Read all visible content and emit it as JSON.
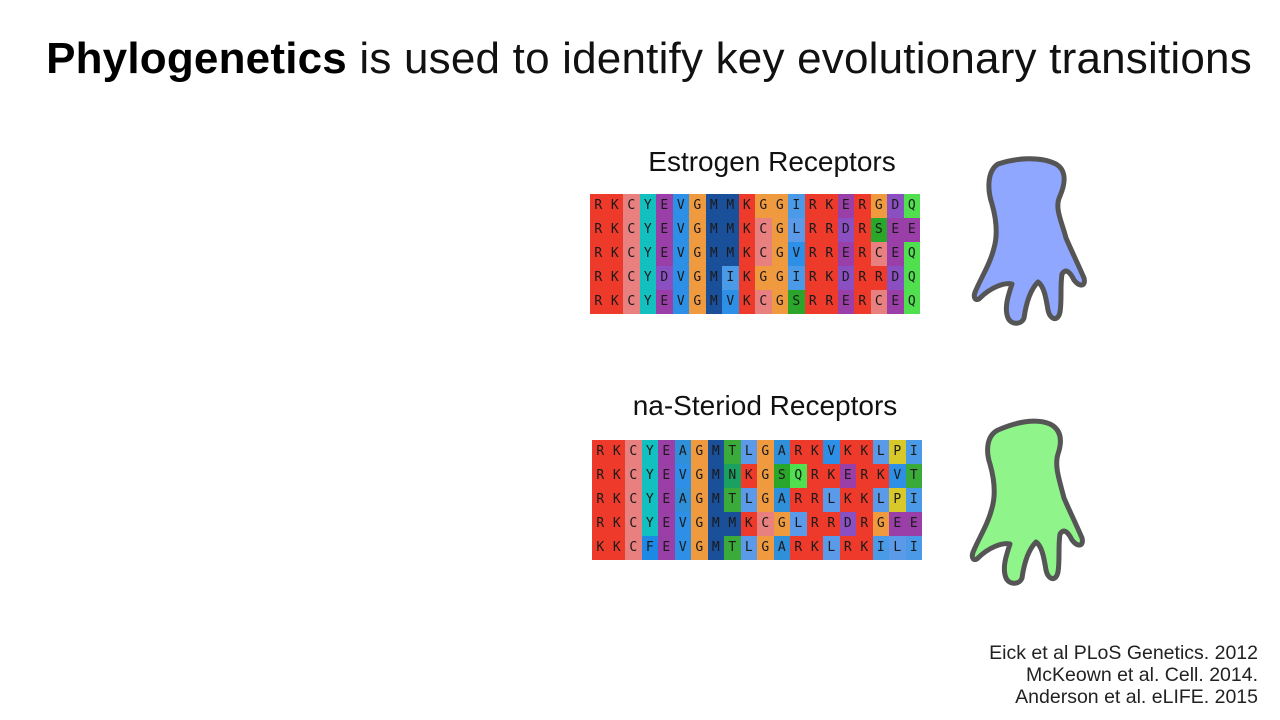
{
  "title": {
    "bold": "Phylogenetics",
    "rest": " is used to identify key evolutionary transitions"
  },
  "groups": [
    {
      "title": "Estrogen Receptors",
      "shape_color": "#8fa7ff",
      "rows": [
        "RKCYEVGMMKGGIRKERGDQ",
        "RKCYEVGMMKCGLRRDRSEE",
        "RKCYEVGMMKCGVRRERCEQ",
        "RKCYDVGMIKGGIRKDRRDQ",
        "RKCYEVGMVKCGSRRERCEQ"
      ]
    },
    {
      "title": "na-Steriod Receptors",
      "shape_color": "#8ff58a",
      "rows": [
        "RKCYEAGMTLGARKVKKLPI",
        "RKCYEVGMNKGSQRKERKVT",
        "RKCYEAGMTLGARRLKKLPI",
        "RKCYEVGMMKCGLRRDRGEE",
        "KKCFEVGMTLGARKLRKILI"
      ]
    }
  ],
  "references": [
    "Eick et al PLoS Genetics. 2012",
    "McKeown et al. Cell. 2014.",
    "Anderson et al. eLIFE. 2015"
  ],
  "residue_colors": {
    "R": "#ee3a2a",
    "K": "#ee3a2a",
    "C": "#e88080",
    "Y": "#12c0c0",
    "F": "#1e88e5",
    "E": "#9a3fa8",
    "D": "#8a4fc0",
    "V": "#2e8fe6",
    "A": "#2f8fd8",
    "G": "#f09a40",
    "M": "#1a4f9a",
    "T": "#3aab3a",
    "N": "#1aa060",
    "S": "#2aa62a",
    "Q": "#4fdf4f",
    "L": "#5a9ae8",
    "I": "#4a9ae8",
    "P": "#d8c82a"
  }
}
